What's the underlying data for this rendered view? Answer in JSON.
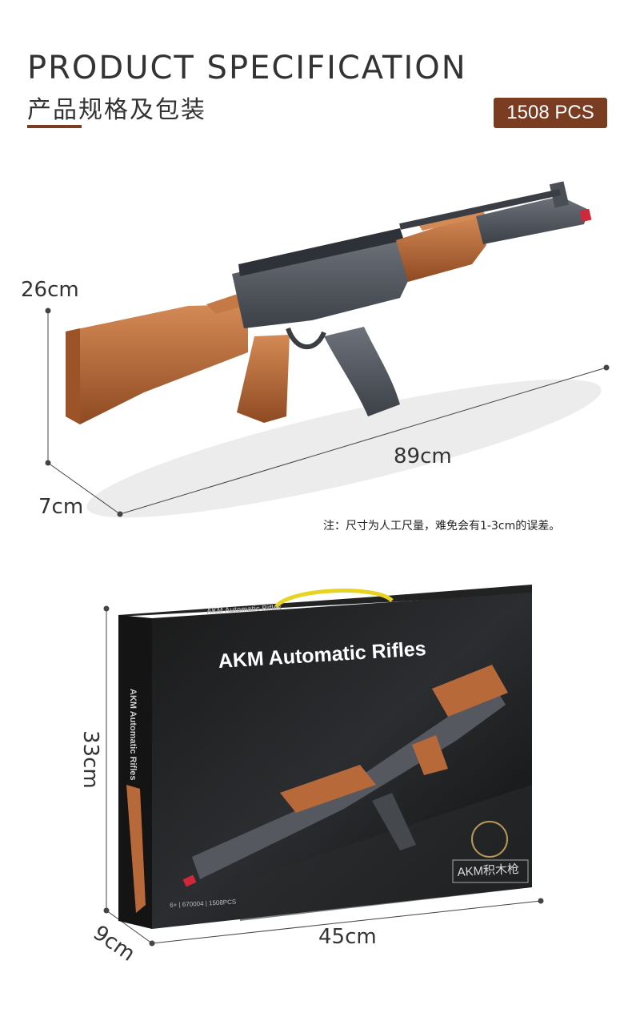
{
  "header": {
    "title_en": "PRODUCT SPECIFICATION",
    "title_zh": "产品规格及包装",
    "badge": "1508 PCS"
  },
  "model_dimensions": {
    "height": "26cm",
    "length": "89cm",
    "depth": "7cm"
  },
  "note": "注：尺寸为人工尺量，难免会有1-3cm的误差。",
  "box": {
    "title": "AKM Automatic Rifles",
    "side_title": "AKM Automatic Rifles",
    "lid_text": "AKM Automatic Rifles",
    "label": "AKM积木枪",
    "info": "6+ | 670004 | 1508PCS",
    "height": "33cm",
    "length": "45cm",
    "depth": "9cm"
  },
  "colors": {
    "accent": "#7a3d22",
    "wood": "#b8693a",
    "metal": "#5a5e66"
  }
}
